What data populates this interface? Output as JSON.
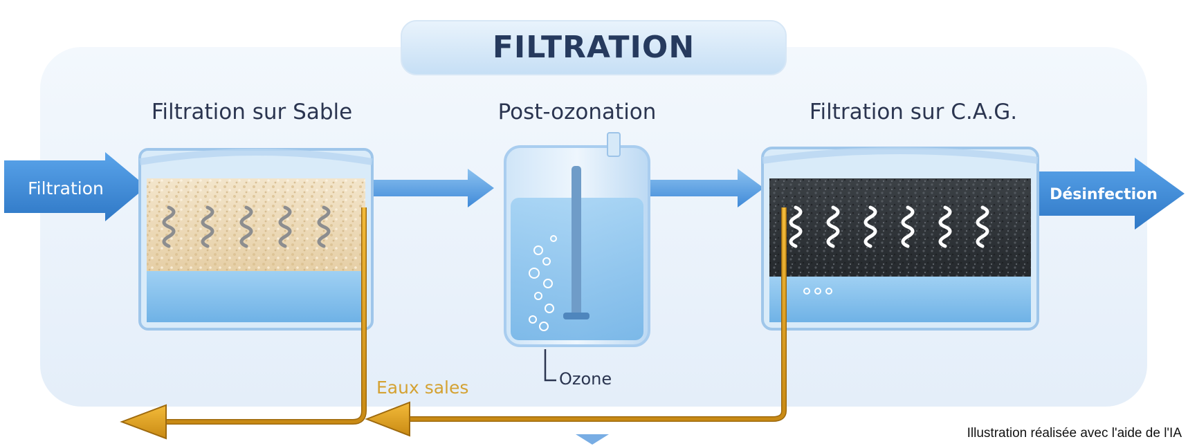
{
  "title": "FILTRATION",
  "stages": {
    "sand": {
      "label": "Filtration sur Sable"
    },
    "ozonation": {
      "label": "Post-ozonation"
    },
    "gac": {
      "label": "Filtration sur C.A.G."
    }
  },
  "flow": {
    "input_label": "Filtration",
    "output_label": "Désinfection"
  },
  "waste": {
    "label": "Eaux sales"
  },
  "ozone": {
    "label": "Ozone"
  },
  "credit": "Illustration réalisée avec l'aide de l'IA",
  "colors": {
    "title_text": "#263a5e",
    "flow_arrow": "#3f8ad8",
    "waste_line": "#e6a521",
    "water": "#8fc6ee",
    "sand": "#efdcbc",
    "carbon": "#2f3337"
  }
}
